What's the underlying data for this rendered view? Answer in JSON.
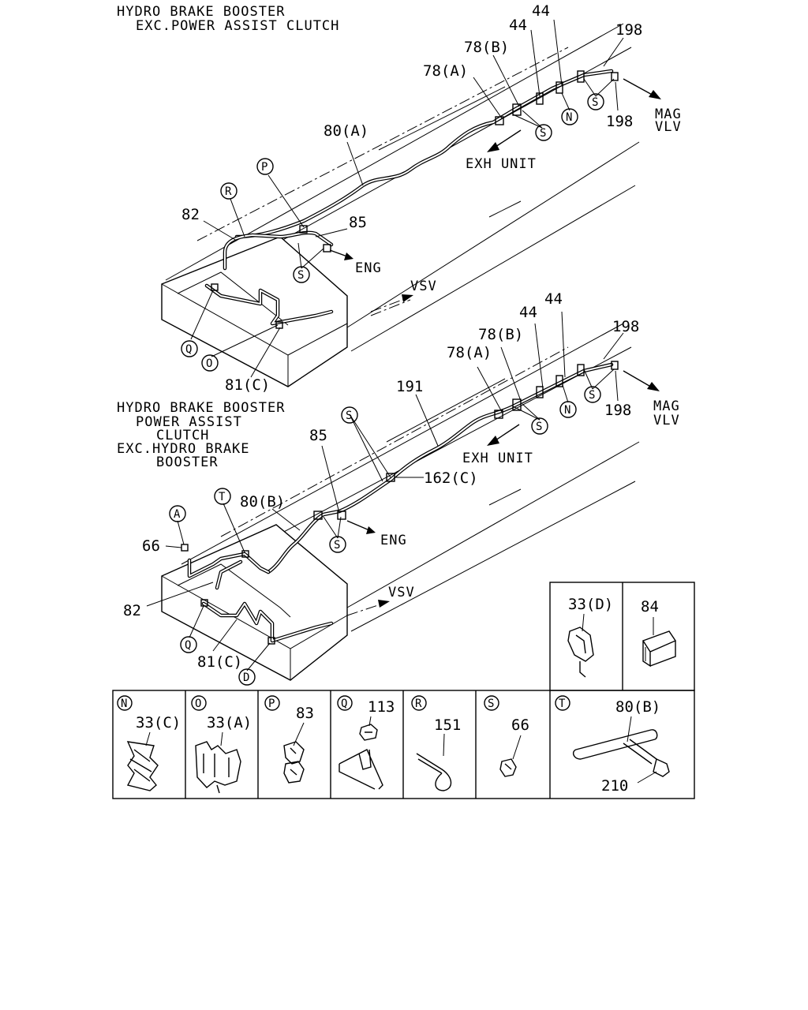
{
  "titles": {
    "top": [
      "HYDRO BRAKE BOOSTER",
      "EXC.POWER ASSIST CLUTCH"
    ],
    "bottom": [
      "HYDRO BRAKE BOOSTER",
      "POWER ASSIST",
      "CLUTCH",
      "EXC.HYDRO BRAKE",
      "BOOSTER"
    ]
  },
  "top_diagram": {
    "labels": {
      "l44a": "44",
      "l44b": "44",
      "l198a": "198",
      "l198b": "198",
      "l78b": "78(B)",
      "l78a": "78(A)",
      "l80a": "80(A)",
      "l82": "82",
      "l85": "85",
      "l81c": "81(C)",
      "mag": "MAG",
      "vlv": "VLV",
      "exh": "EXH UNIT",
      "eng": "ENG",
      "vsv": "VSV"
    },
    "callouts": {
      "r": "R",
      "p": "P",
      "n": "N",
      "s1": "S",
      "s2": "S",
      "s3": "S",
      "q": "Q",
      "o": "O"
    }
  },
  "bottom_diagram": {
    "labels": {
      "l44a": "44",
      "l44b": "44",
      "l198a": "198",
      "l198b": "198",
      "l78b": "78(B)",
      "l78a": "78(A)",
      "l191": "191",
      "l162c": "162(C)",
      "l85": "85",
      "l80b": "80(B)",
      "l66": "66",
      "l82": "82",
      "l81c": "81(C)",
      "mag": "MAG",
      "vlv": "VLV",
      "exh": "EXH UNIT",
      "eng": "ENG",
      "vsv": "VSV"
    },
    "callouts": {
      "a": "A",
      "t": "T",
      "n": "N",
      "s1": "S",
      "s2": "S",
      "s3": "S",
      "s4": "S",
      "q": "Q",
      "d": "D"
    }
  },
  "parts_table": {
    "top_cells": [
      {
        "part": "33(D)"
      },
      {
        "part": "84"
      }
    ],
    "cells": [
      {
        "callout": "N",
        "part": "33(C)"
      },
      {
        "callout": "O",
        "part": "33(A)"
      },
      {
        "callout": "P",
        "part": "83"
      },
      {
        "callout": "Q",
        "part": "113"
      },
      {
        "callout": "R",
        "part": "151"
      },
      {
        "callout": "S",
        "part": "66"
      },
      {
        "callout": "T",
        "part": "80(B)",
        "part2": "210"
      }
    ]
  }
}
